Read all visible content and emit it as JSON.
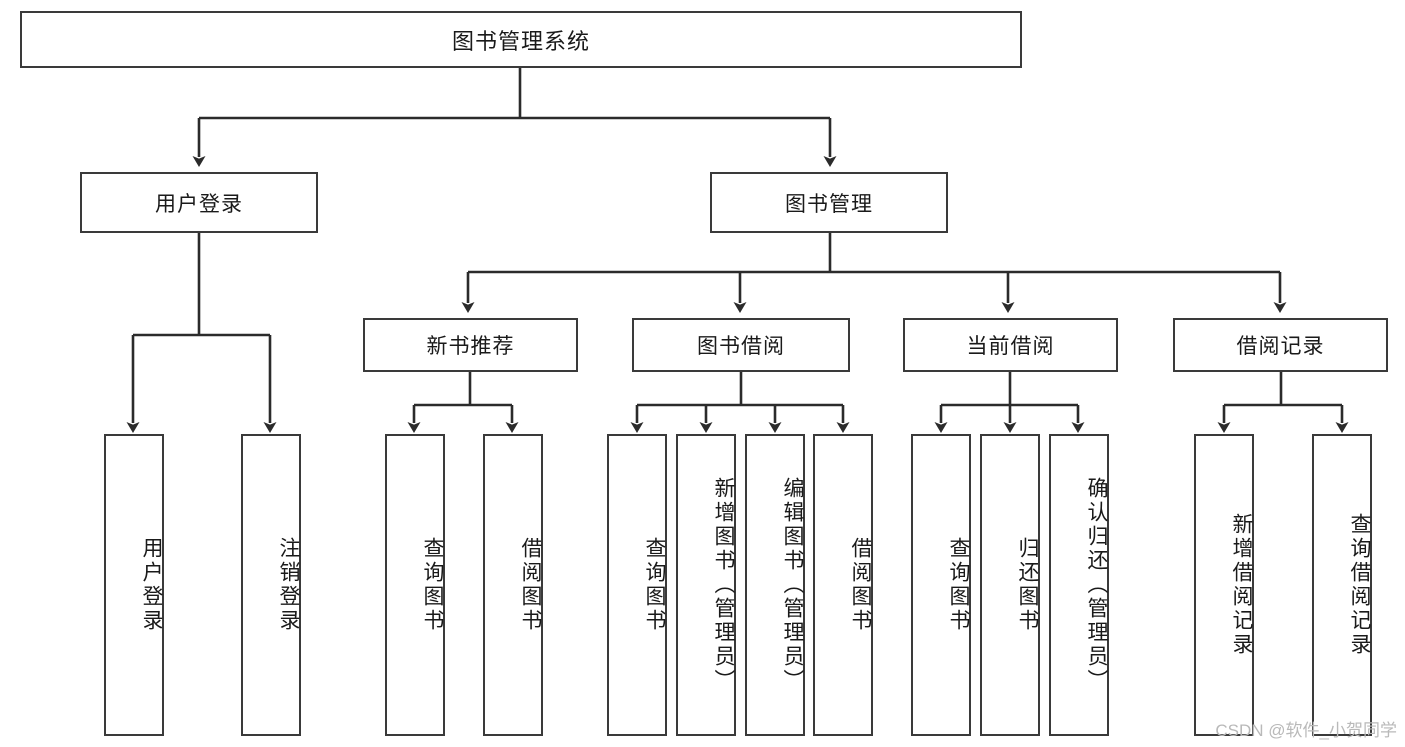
{
  "diagram": {
    "type": "tree-hierarchy",
    "title": "图书管理系统",
    "watermark": "CSDN @软件_小贺同学",
    "colors": {
      "box_border": "#3a3a3a",
      "box_fill": "#ffffff",
      "connector": "#2b2b2b",
      "text": "#1a1a1a",
      "watermark": "#b9b9b9",
      "background": "#ffffff"
    },
    "nodes": {
      "root": {
        "label": "图书管理系统",
        "level": 0
      },
      "user_login": {
        "label": "用户登录",
        "level": 1
      },
      "book_manage": {
        "label": "图书管理",
        "level": 1
      },
      "new_book_rec": {
        "label": "新书推荐",
        "level": 2
      },
      "book_borrow": {
        "label": "图书借阅",
        "level": 2
      },
      "current_borrow": {
        "label": "当前借阅",
        "level": 2
      },
      "borrow_record": {
        "label": "借阅记录",
        "level": 2
      },
      "leaf_user_login": {
        "label": "用户登录",
        "level": 3
      },
      "leaf_logout": {
        "label": "注销登录",
        "level": 3
      },
      "leaf_query_book_1": {
        "label": "查询图书",
        "level": 3
      },
      "leaf_borrow_book_1": {
        "label": "借阅图书",
        "level": 3
      },
      "leaf_query_book_2": {
        "label": "查询图书",
        "level": 3
      },
      "leaf_add_book": {
        "label": "新增图书（管理员）",
        "level": 3
      },
      "leaf_edit_book": {
        "label": "编辑图书（管理员）",
        "level": 3
      },
      "leaf_borrow_book_2": {
        "label": "借阅图书",
        "level": 3
      },
      "leaf_query_book_3": {
        "label": "查询图书",
        "level": 3
      },
      "leaf_return_book": {
        "label": "归还图书",
        "level": 3
      },
      "leaf_confirm_return": {
        "label": "确认归还（管理员）",
        "level": 3
      },
      "leaf_add_record": {
        "label": "新增借阅记录",
        "level": 3
      },
      "leaf_query_record": {
        "label": "查询借阅记录",
        "level": 3
      }
    },
    "edges": [
      {
        "from": "root",
        "to": "user_login"
      },
      {
        "from": "root",
        "to": "book_manage"
      },
      {
        "from": "user_login",
        "to": "leaf_user_login"
      },
      {
        "from": "user_login",
        "to": "leaf_logout"
      },
      {
        "from": "book_manage",
        "to": "new_book_rec"
      },
      {
        "from": "book_manage",
        "to": "book_borrow"
      },
      {
        "from": "book_manage",
        "to": "current_borrow"
      },
      {
        "from": "book_manage",
        "to": "borrow_record"
      },
      {
        "from": "new_book_rec",
        "to": "leaf_query_book_1"
      },
      {
        "from": "new_book_rec",
        "to": "leaf_borrow_book_1"
      },
      {
        "from": "book_borrow",
        "to": "leaf_query_book_2"
      },
      {
        "from": "book_borrow",
        "to": "leaf_add_book"
      },
      {
        "from": "book_borrow",
        "to": "leaf_edit_book"
      },
      {
        "from": "book_borrow",
        "to": "leaf_borrow_book_2"
      },
      {
        "from": "current_borrow",
        "to": "leaf_query_book_3"
      },
      {
        "from": "current_borrow",
        "to": "leaf_return_book"
      },
      {
        "from": "current_borrow",
        "to": "leaf_confirm_return"
      },
      {
        "from": "borrow_record",
        "to": "leaf_add_record"
      },
      {
        "from": "borrow_record",
        "to": "leaf_query_record"
      }
    ]
  }
}
